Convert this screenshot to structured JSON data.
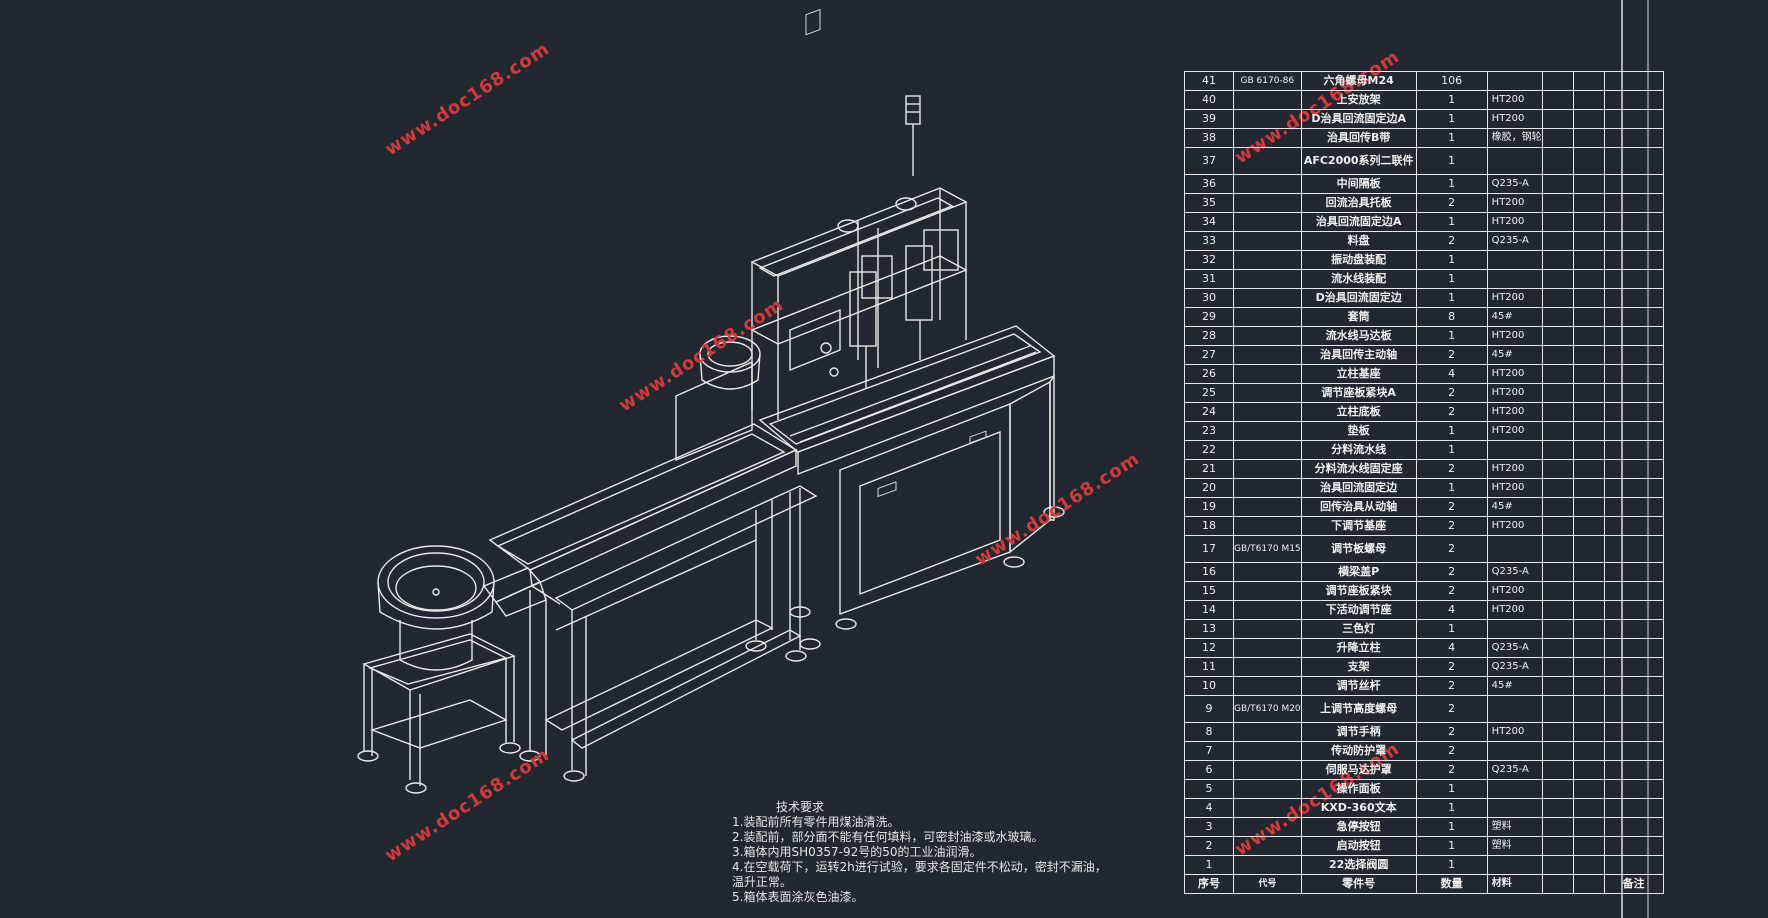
{
  "watermark": "www.doc168.com",
  "tech_requirements": {
    "title": "技术要求",
    "lines": [
      "1.装配前所有零件用煤油清洗。",
      "2.装配前，部分面不能有任何填料，可密封油漆或水玻璃。",
      "3.箱体内用SH0357-92号的50的工业油润滑。",
      "4.在空载荷下，运转2h进行试验，要求各固定件不松动，密封不漏油，",
      "温升正常。",
      "5.箱体表面涂灰色油漆。"
    ]
  },
  "bom": {
    "rows": [
      {
        "no": "41",
        "code": "GB 6170-86",
        "name": "六角螺母M24",
        "qty": "106",
        "mat": ""
      },
      {
        "no": "40",
        "code": "",
        "name": "上安放架",
        "qty": "1",
        "mat": "HT200"
      },
      {
        "no": "39",
        "code": "",
        "name": "D治具回流固定边A",
        "qty": "1",
        "mat": "HT200"
      },
      {
        "no": "38",
        "code": "",
        "name": "治具回传B带",
        "qty": "1",
        "mat": "橡胶，钢轮"
      },
      {
        "no": "37",
        "code": "",
        "name": "AFC2000系列二联件",
        "qty": "1",
        "mat": "",
        "tall": true
      },
      {
        "no": "36",
        "code": "",
        "name": "中间隔板",
        "qty": "1",
        "mat": "Q235-A"
      },
      {
        "no": "35",
        "code": "",
        "name": "回流治具托板",
        "qty": "2",
        "mat": "HT200"
      },
      {
        "no": "34",
        "code": "",
        "name": "治具回流固定边A",
        "qty": "1",
        "mat": "HT200"
      },
      {
        "no": "33",
        "code": "",
        "name": "料盘",
        "qty": "2",
        "mat": "Q235-A"
      },
      {
        "no": "32",
        "code": "",
        "name": "振动盘装配",
        "qty": "1",
        "mat": ""
      },
      {
        "no": "31",
        "code": "",
        "name": "流水线装配",
        "qty": "1",
        "mat": ""
      },
      {
        "no": "30",
        "code": "",
        "name": "D治具回流固定边",
        "qty": "1",
        "mat": "HT200"
      },
      {
        "no": "29",
        "code": "",
        "name": "套筒",
        "qty": "8",
        "mat": "45#"
      },
      {
        "no": "28",
        "code": "",
        "name": "流水线马达板",
        "qty": "1",
        "mat": "HT200"
      },
      {
        "no": "27",
        "code": "",
        "name": "治具回传主动轴",
        "qty": "2",
        "mat": "45#"
      },
      {
        "no": "26",
        "code": "",
        "name": "立柱基座",
        "qty": "4",
        "mat": "HT200"
      },
      {
        "no": "25",
        "code": "",
        "name": "调节座板紧块A",
        "qty": "2",
        "mat": "HT200"
      },
      {
        "no": "24",
        "code": "",
        "name": "立柱底板",
        "qty": "2",
        "mat": "HT200"
      },
      {
        "no": "23",
        "code": "",
        "name": "垫板",
        "qty": "1",
        "mat": "HT200"
      },
      {
        "no": "22",
        "code": "",
        "name": "分料流水线",
        "qty": "1",
        "mat": ""
      },
      {
        "no": "21",
        "code": "",
        "name": "分料流水线固定座",
        "qty": "2",
        "mat": "HT200"
      },
      {
        "no": "20",
        "code": "",
        "name": "治具回流固定边",
        "qty": "1",
        "mat": "HT200"
      },
      {
        "no": "19",
        "code": "",
        "name": "回传治具从动轴",
        "qty": "2",
        "mat": "45#"
      },
      {
        "no": "18",
        "code": "",
        "name": "下调节基座",
        "qty": "2",
        "mat": "HT200"
      },
      {
        "no": "17",
        "code": "GB/T6170 M15",
        "name": "调节板螺母",
        "qty": "2",
        "mat": "",
        "tall": true
      },
      {
        "no": "16",
        "code": "",
        "name": "横梁盖P",
        "qty": "2",
        "mat": "Q235-A"
      },
      {
        "no": "15",
        "code": "",
        "name": "调节座板紧块",
        "qty": "2",
        "mat": "HT200"
      },
      {
        "no": "14",
        "code": "",
        "name": "下活动调节座",
        "qty": "4",
        "mat": "HT200"
      },
      {
        "no": "13",
        "code": "",
        "name": "三色灯",
        "qty": "1",
        "mat": ""
      },
      {
        "no": "12",
        "code": "",
        "name": "升降立柱",
        "qty": "4",
        "mat": "Q235-A"
      },
      {
        "no": "11",
        "code": "",
        "name": "支架",
        "qty": "2",
        "mat": "Q235-A"
      },
      {
        "no": "10",
        "code": "",
        "name": "调节丝杆",
        "qty": "2",
        "mat": "45#"
      },
      {
        "no": "9",
        "code": "GB/T6170 M20",
        "name": "上调节高度螺母",
        "qty": "2",
        "mat": "",
        "tall": true
      },
      {
        "no": "8",
        "code": "",
        "name": "调节手柄",
        "qty": "2",
        "mat": "HT200"
      },
      {
        "no": "7",
        "code": "",
        "name": "传动防护罩",
        "qty": "2",
        "mat": ""
      },
      {
        "no": "6",
        "code": "",
        "name": "伺服马达护罩",
        "qty": "2",
        "mat": "Q235-A"
      },
      {
        "no": "5",
        "code": "",
        "name": "操作面板",
        "qty": "1",
        "mat": ""
      },
      {
        "no": "4",
        "code": "",
        "name": "KXD-360文本",
        "qty": "1",
        "mat": ""
      },
      {
        "no": "3",
        "code": "",
        "name": "急停按钮",
        "qty": "1",
        "mat": "塑料"
      },
      {
        "no": "2",
        "code": "",
        "name": "启动按钮",
        "qty": "1",
        "mat": "塑料"
      },
      {
        "no": "1",
        "code": "",
        "name": "22选择阀圆",
        "qty": "1",
        "mat": ""
      }
    ],
    "header": {
      "no": "序号",
      "code": "代号",
      "name": "零件号",
      "qty": "数量",
      "mat": "材料",
      "note": "备注"
    }
  }
}
